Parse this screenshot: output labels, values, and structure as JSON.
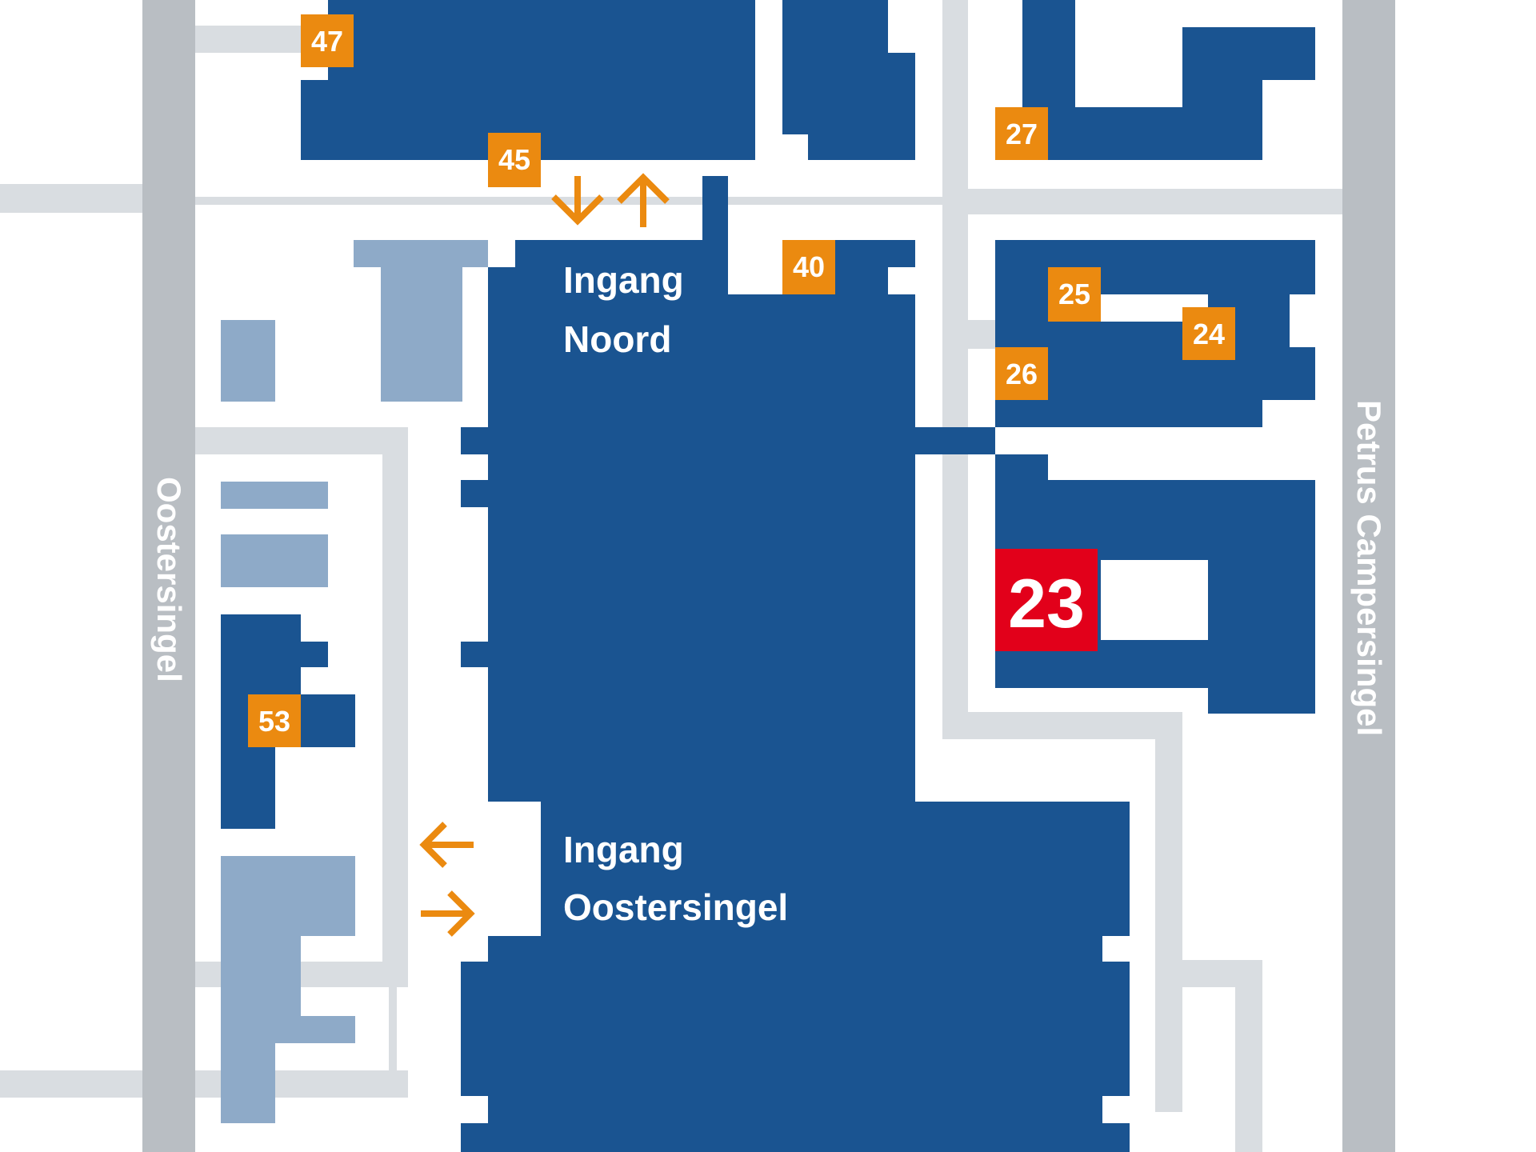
{
  "colors": {
    "building": "#1a5491",
    "building_light": "#8eaac8",
    "street": "#b9bec3",
    "path": "#d9dde1",
    "badge": "#eb8a10",
    "highlight_badge": "#e2001a",
    "text": "#ffffff"
  },
  "streets": {
    "left": "Oostersingel",
    "right": "Petrus Campersingel"
  },
  "entrances": {
    "north": {
      "line1": "Ingang",
      "line2": "Noord"
    },
    "east": {
      "line1": "Ingang",
      "line2": "Oostersingel"
    }
  },
  "building_numbers": [
    "47",
    "45",
    "40",
    "27",
    "25",
    "24",
    "26",
    "53"
  ],
  "highlighted_building": "23"
}
